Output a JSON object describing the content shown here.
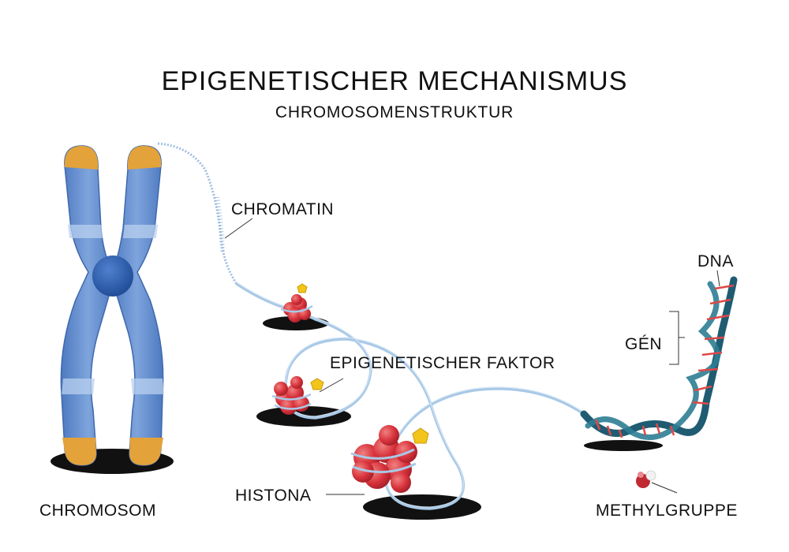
{
  "title": "EPIGENETISCHER MECHANISMUS",
  "subtitle": "CHROMOSOMENSTRUKTUR",
  "labels": {
    "chromatin": "CHROMATIN",
    "dna": "DNA",
    "gen": "GÉN",
    "epigenetic_factor": "EPIGENETISCHER FAKTOR",
    "histone": "HISTONA",
    "chromosome": "CHROMOSOM",
    "methyl_group": "METHYLGRUPPE"
  },
  "colors": {
    "chromosome_blue": "#5b86c9",
    "chromosome_light": "#9ab8e2",
    "centromere": "#2a5aa8",
    "telomere": "#e3a23a",
    "histone_red": "#d8333c",
    "dna_strand": "#a9c9e6",
    "epigenetic_factor_yellow": "#f3c51a",
    "helix_dark": "#1f5c72",
    "helix_rung_red": "#e04848",
    "shadow": "#111111"
  }
}
